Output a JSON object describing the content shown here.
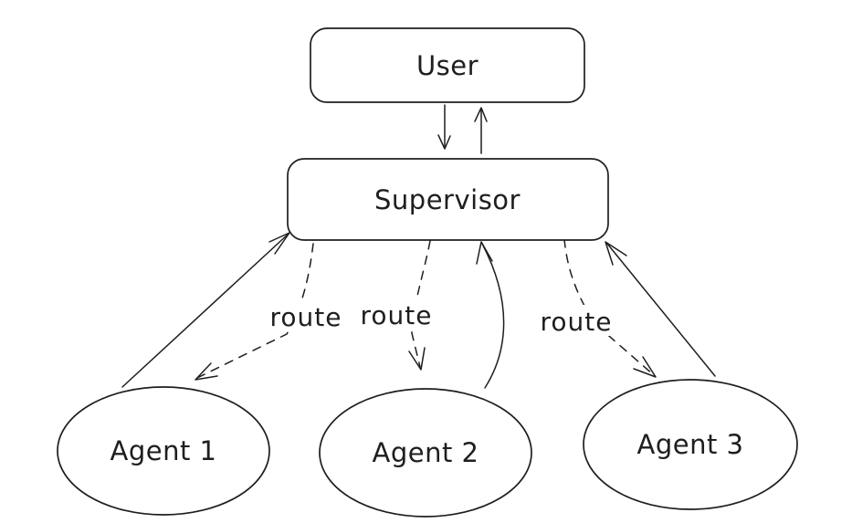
{
  "canvas": {
    "background_color": "#ffffff",
    "ink_color": "#1e1e1e",
    "style": "hand-drawn"
  },
  "nodes": {
    "user": {
      "label": "User",
      "shape": "rounded-rectangle"
    },
    "supervisor": {
      "label": "Supervisor",
      "shape": "rounded-rectangle"
    },
    "agent1": {
      "label": "Agent 1",
      "shape": "ellipse"
    },
    "agent2": {
      "label": "Agent 2",
      "shape": "ellipse"
    },
    "agent3": {
      "label": "Agent 3",
      "shape": "ellipse"
    }
  },
  "edges": {
    "user_to_supervisor": {
      "from": "user",
      "to": "supervisor",
      "style": "solid"
    },
    "supervisor_to_user": {
      "from": "supervisor",
      "to": "user",
      "style": "solid"
    },
    "agent1_to_supervisor": {
      "from": "agent1",
      "to": "supervisor",
      "style": "solid"
    },
    "agent2_to_supervisor": {
      "from": "agent2",
      "to": "supervisor",
      "style": "solid"
    },
    "agent3_to_supervisor": {
      "from": "agent3",
      "to": "supervisor",
      "style": "solid"
    },
    "supervisor_to_agent1": {
      "from": "supervisor",
      "to": "agent1",
      "style": "dashed",
      "label": "route"
    },
    "supervisor_to_agent2": {
      "from": "supervisor",
      "to": "agent2",
      "style": "dashed",
      "label": "route"
    },
    "supervisor_to_agent3": {
      "from": "supervisor",
      "to": "agent3",
      "style": "dashed",
      "label": "route"
    }
  }
}
